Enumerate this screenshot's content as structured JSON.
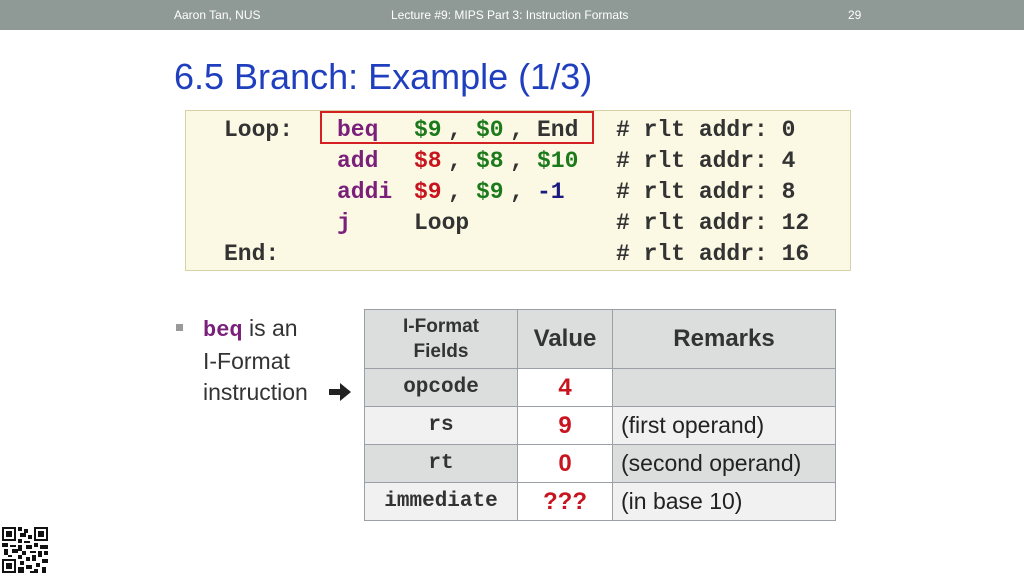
{
  "header": {
    "author": "Aaron Tan, NUS",
    "lecture": "Lecture #9: MIPS Part 3: Instruction Formats",
    "page_number": "29"
  },
  "title": "6.5 Branch: Example (1/3)",
  "code": {
    "lines": [
      {
        "label": "Loop:",
        "op": "beq",
        "a1": "$9",
        "s1": ",",
        "a2": "$0",
        "s2": ",",
        "a3": "End",
        "comment": "# rlt addr: 0"
      },
      {
        "label": "",
        "op": "add",
        "a1": "$8",
        "s1": ",",
        "a2": "$8",
        "s2": ",",
        "a3": "$10",
        "comment": "# rlt addr: 4"
      },
      {
        "label": "",
        "op": "addi",
        "a1": "$9",
        "s1": ",",
        "a2": "$9",
        "s2": ",",
        "a3": "-1",
        "comment": "# rlt addr: 8"
      },
      {
        "label": "",
        "op": "j",
        "a1": "Loop",
        "s1": "",
        "a2": "",
        "s2": "",
        "a3": "",
        "comment": "# rlt addr: 12"
      },
      {
        "label": "End:",
        "op": "",
        "a1": "",
        "s1": "",
        "a2": "",
        "s2": "",
        "a3": "",
        "comment": "# rlt addr: 16"
      }
    ]
  },
  "bullet": {
    "keyword": "beq",
    "text1": " is an",
    "text2": "I-Format",
    "text3": "instruction"
  },
  "table": {
    "headers": [
      "I-Format Fields",
      "Value",
      "Remarks"
    ],
    "header_line1": "I-Format",
    "header_line2": "Fields",
    "rows": [
      {
        "field": "opcode",
        "value": "4",
        "remark": ""
      },
      {
        "field": "rs",
        "value": "9",
        "remark": "(first operand)"
      },
      {
        "field": "rt",
        "value": "0",
        "remark": "(second operand)"
      },
      {
        "field": "immediate",
        "value": "???",
        "remark": "(in base 10)"
      }
    ]
  },
  "colors": {
    "title": "#1f3fbf",
    "opcode": "#7a1f7a",
    "register": "#1c7a1c",
    "value": "#c8141e",
    "highlight_box": "#d42020",
    "header_bar": "#8f9a96"
  },
  "icons": {
    "arrow": "arrow-right-icon",
    "qr": "qr-code-icon"
  }
}
